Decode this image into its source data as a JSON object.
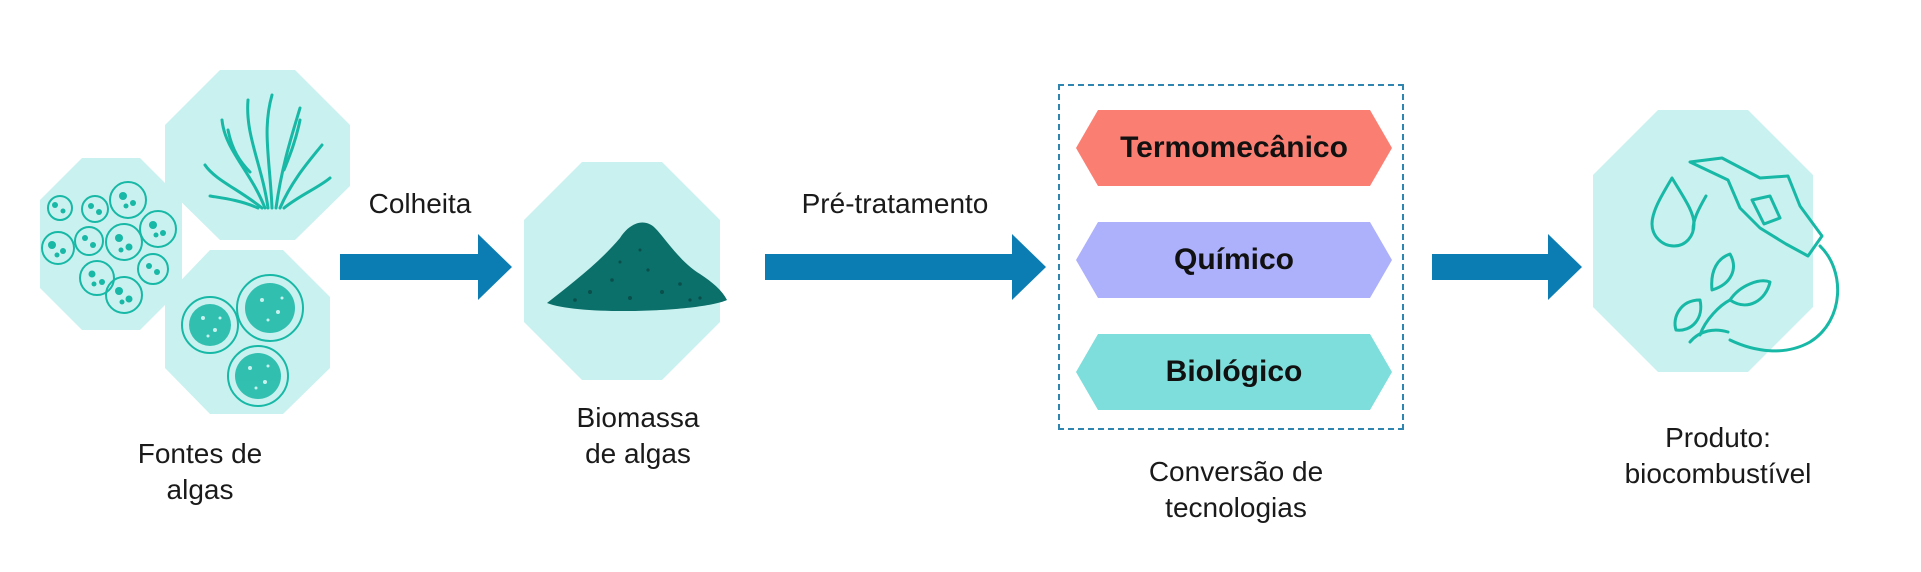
{
  "colors": {
    "octagon_fill": "#c9f1ef",
    "icon_stroke": "#17b8a6",
    "biomass_fill": "#0b6f6a",
    "arrow_blue": "#0c7db3",
    "thermo": "#fb7e72",
    "chemical": "#adb0fb",
    "biological": "#7ddedc",
    "dash_border": "#2e86b0"
  },
  "stages": {
    "sources": {
      "label_line1": "Fontes de",
      "label_line2": "algas"
    },
    "biomass": {
      "label_line1": "Biomassa",
      "label_line2": "de algas"
    },
    "conversion": {
      "label_line1": "Conversão de",
      "label_line2": "tecnologias"
    },
    "product": {
      "label_line1": "Produto:",
      "label_line2": "biocombustível"
    }
  },
  "steps": {
    "harvest": "Colheita",
    "pretreatment": "Pré-tratamento"
  },
  "technologies": [
    {
      "name": "Termomecânico",
      "color": "#fb7e72"
    },
    {
      "name": "Químico",
      "color": "#adb0fb"
    },
    {
      "name": "Biológico",
      "color": "#7ddedc"
    }
  ],
  "icons": {
    "sources": [
      "round-cells-icon",
      "seaweed-icon",
      "spore-cells-icon"
    ],
    "biomass": "biomass-pile-icon",
    "product": [
      "droplet-icon",
      "fuel-nozzle-icon",
      "leaf-sprout-icon"
    ]
  }
}
